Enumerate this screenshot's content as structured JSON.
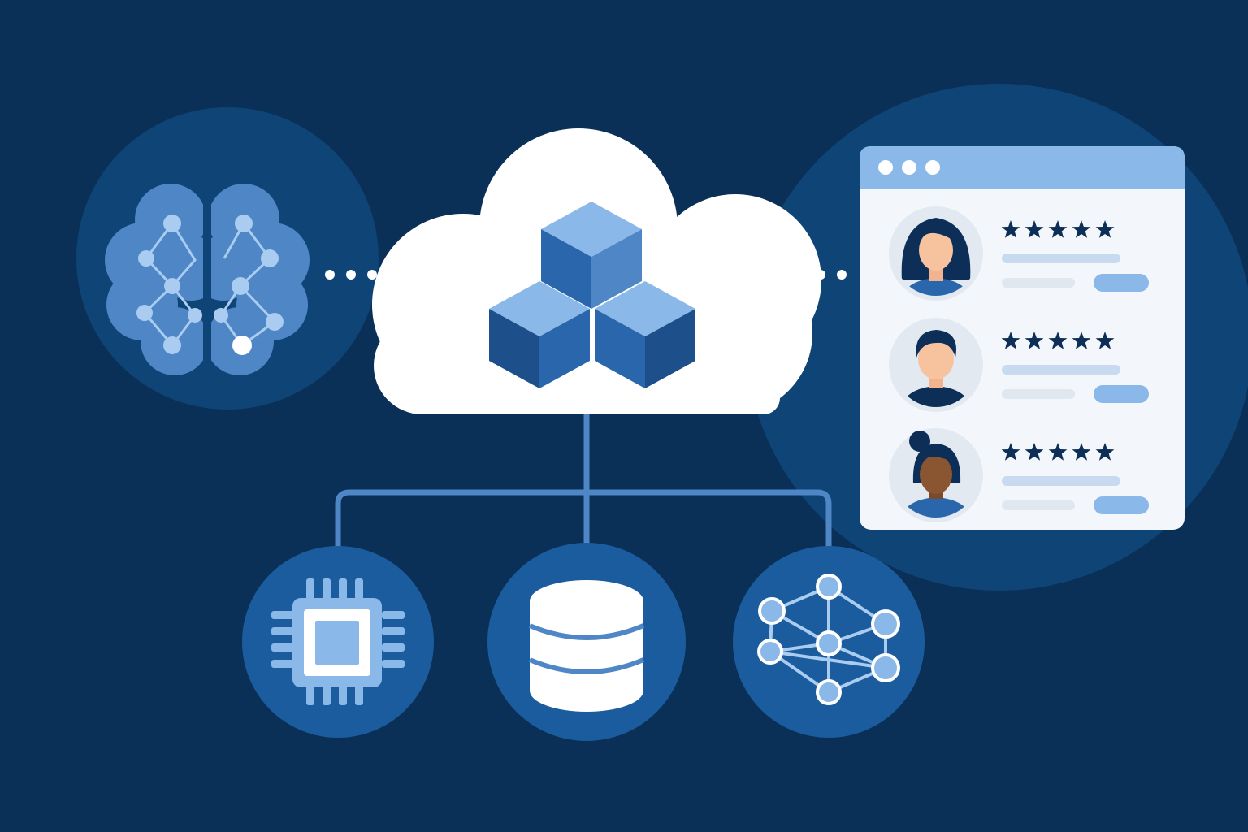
{
  "colors": {
    "background": "#0b3058",
    "panel_circle": "#0f4476",
    "node_circle": "#1b5c9e",
    "accent_light": "#8ab8e8",
    "accent_mid": "#4f86c6",
    "cube_dark": "#1d4f8a",
    "cloud": "#ffffff",
    "star": "#0d2f57"
  },
  "nodes": [
    {
      "id": "brain",
      "icon": "brain-network-icon"
    },
    {
      "id": "cloud",
      "icon": "cloud-cubes-icon"
    },
    {
      "id": "chip",
      "icon": "cpu-chip-icon"
    },
    {
      "id": "database",
      "icon": "database-icon"
    },
    {
      "id": "network",
      "icon": "neural-network-icon"
    }
  ],
  "reviews_window": {
    "window_controls": 3,
    "reviews": [
      {
        "avatar": "avatar-woman-icon",
        "rating": 5
      },
      {
        "avatar": "avatar-man-icon",
        "rating": 5
      },
      {
        "avatar": "avatar-woman-bun-icon",
        "rating": 5
      }
    ]
  }
}
